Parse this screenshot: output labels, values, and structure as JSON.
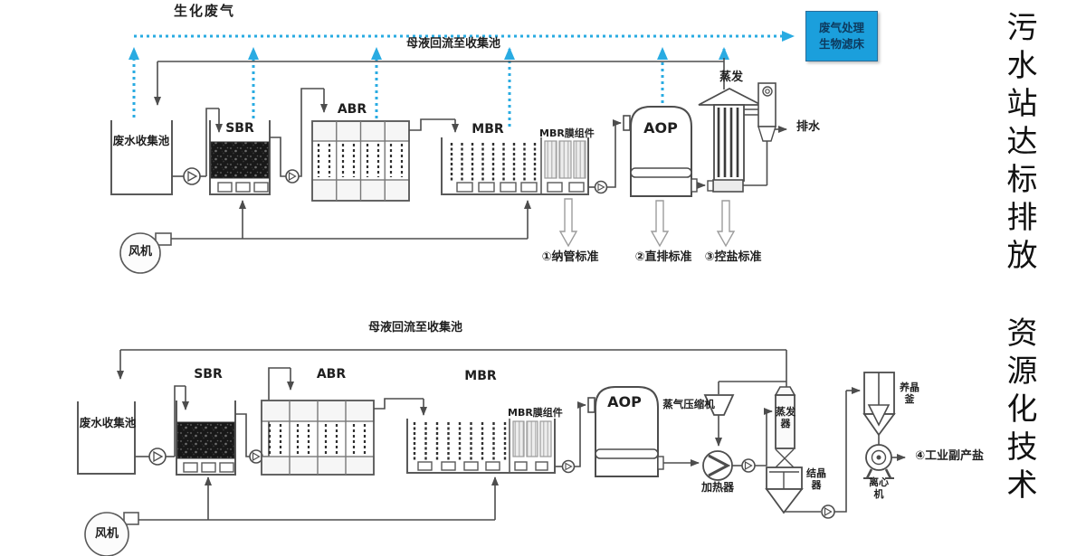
{
  "sidebar": {
    "line1": "污水站达标排放",
    "line2": "资源化技术"
  },
  "colors": {
    "gas_line": "#29abe2",
    "pipe": "#4d4d4d",
    "gas_box_fill": "#1b9fdc",
    "gas_box_text": "#0d3a5e"
  },
  "top": {
    "gas_label": "生化废气",
    "reflux_label": "母液回流至收集池",
    "gas_box_line1": "废气处理",
    "gas_box_line2": "生物滤床",
    "collection_tank": "废水收集池",
    "sbr": "SBR",
    "abr": "ABR",
    "mbr": "MBR",
    "membrane": "MBR膜组件",
    "aop": "AOP",
    "evaporation": "蒸发",
    "drain": "排水",
    "fan": "风机",
    "standards": [
      "①纳管标准",
      "②直排标准",
      "③控盐标准"
    ]
  },
  "bottom": {
    "reflux_label": "母液回流至收集池",
    "collection_tank": "废水收集池",
    "sbr": "SBR",
    "abr": "ABR",
    "mbr": "MBR",
    "membrane": "MBR膜组件",
    "aop": "AOP",
    "compressor": "蒸气压缩机",
    "heater": "加热器",
    "evaporator": "蒸发器",
    "crystallizer": "结晶器",
    "growth_kettle": "养晶釜",
    "centrifuge": "离心机",
    "salt": "④工业副产盐",
    "fan": "风机"
  }
}
